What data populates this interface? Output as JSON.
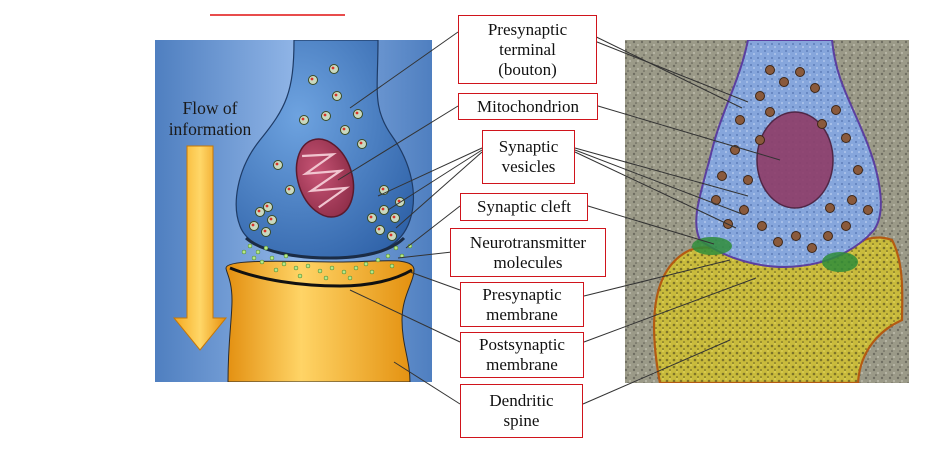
{
  "figure": {
    "flow_label": "Flow of\ninformation",
    "labels": {
      "presynaptic_terminal": "Presynaptic\nterminal\n(bouton)",
      "mitochondrion": "Mitochondrion",
      "synaptic_vesicles": "Synaptic\nvesicles",
      "synaptic_cleft": "Synaptic cleft",
      "neurotransmitter_molecules": "Neurotransmitter\nmolecules",
      "presynaptic_membrane": "Presynaptic\nmembrane",
      "postsynaptic_membrane": "Postsynaptic\nmembrane",
      "dendritic_spine": "Dendritic\nspine"
    },
    "colors": {
      "label_border": "#d0141c",
      "top_accent_line": "#e01010",
      "leader_line": "#333333",
      "drawing_background": "#5d8fcf",
      "presynaptic_blue": "#4f84c8",
      "dendrite_orange": "#f2a622",
      "mitochondrion": "#a23b56",
      "micrograph_yellow": "#c8b83a",
      "micrograph_blue": "#7e9fd6"
    }
  }
}
